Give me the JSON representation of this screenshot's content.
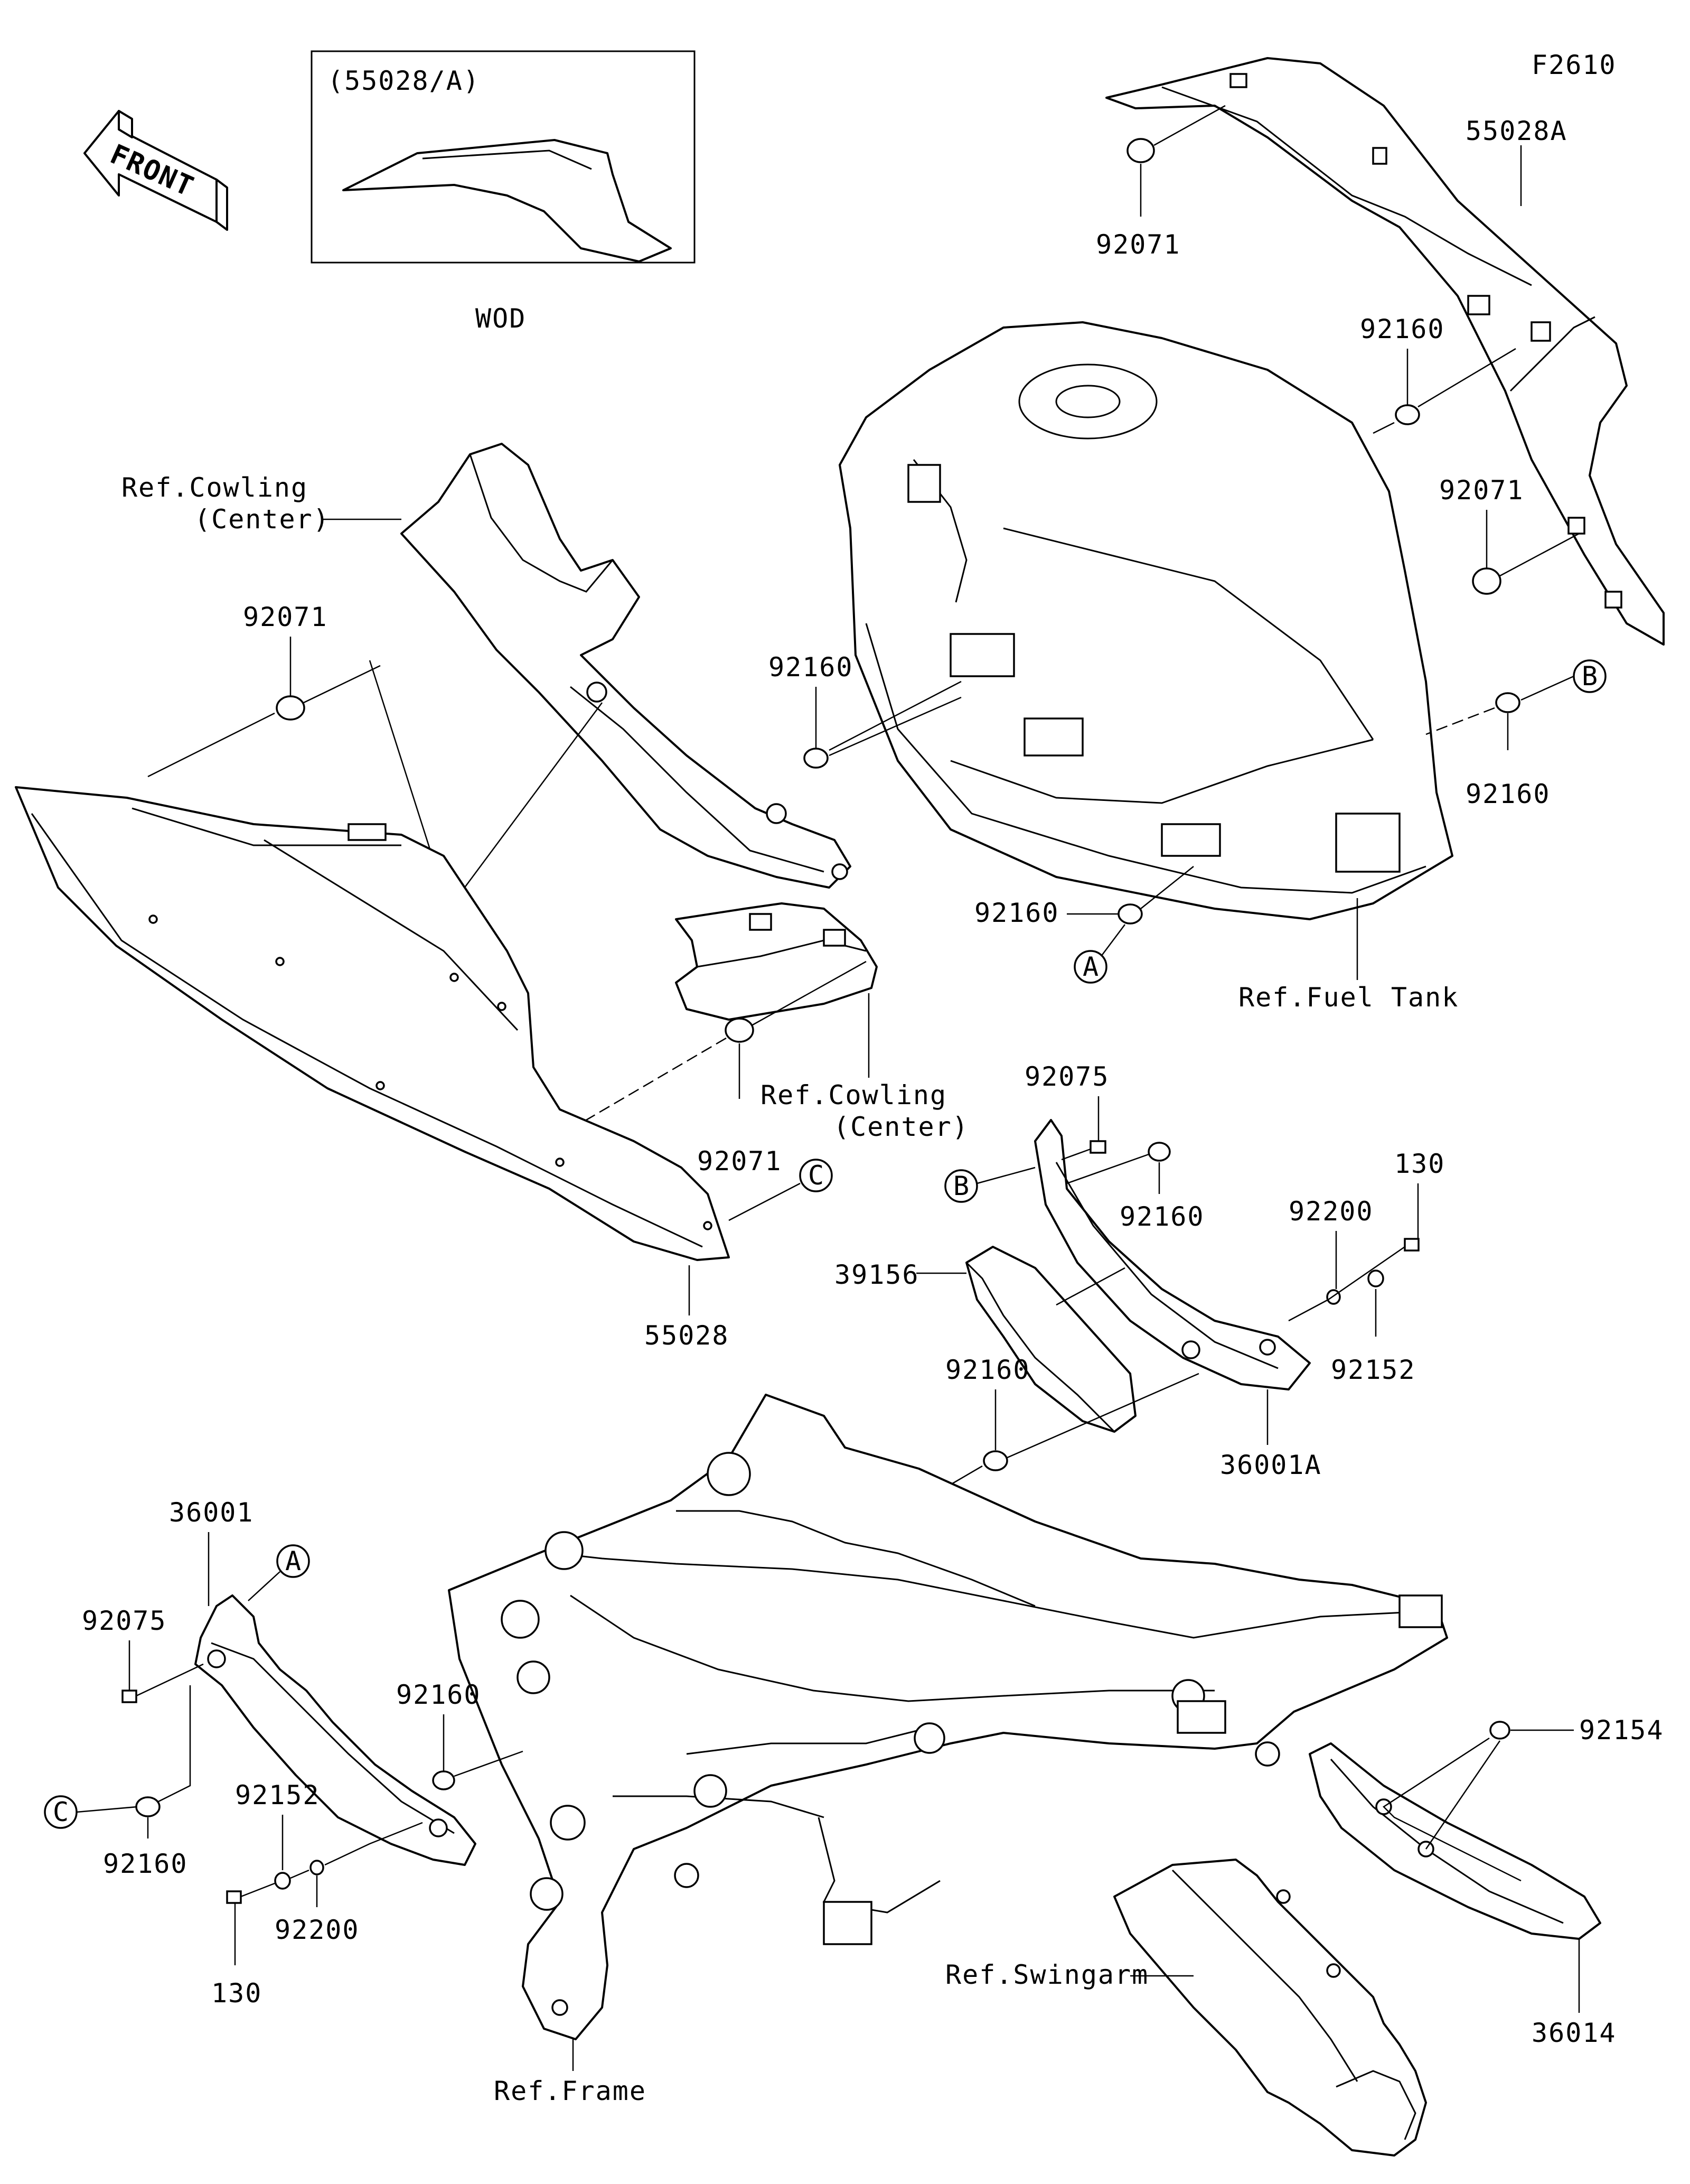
{
  "figure_code": "F2610",
  "front_arrow": {
    "text": "FRONT",
    "icon": "front-arrow-icon"
  },
  "inset": {
    "title": "(55028/A)",
    "caption": "WOD"
  },
  "labels": {
    "l_55028A": "55028A",
    "l_92071_top": "92071",
    "l_92160_tr": "92160",
    "l_92071_right": "92071",
    "l_92160_b": "92160",
    "l_92160_tankleft": "92160",
    "l_92160_tankbottom": "92160",
    "l_ref_fuel_tank": "Ref.Fuel Tank",
    "l_ref_cowling_center_1a": "Ref.Cowling",
    "l_ref_cowling_center_1b": "(Center)",
    "l_92071_left": "92071",
    "l_ref_cowling_center_2a": "Ref.Cowling",
    "l_ref_cowling_center_2b": "(Center)",
    "l_92071_mid": "92071",
    "l_55028": "55028",
    "l_92075_top": "92075",
    "l_92160_bracket": "92160",
    "l_130_top": "130",
    "l_92200_top": "92200",
    "l_92152_top": "92152",
    "l_39156": "39156",
    "l_92160_frame_top": "92160",
    "l_36001A": "36001A",
    "l_36001": "36001",
    "l_92075_left": "92075",
    "l_92160_left": "92160",
    "l_92160_frame_left": "92160",
    "l_92152_bottom": "92152",
    "l_130_bottom": "130",
    "l_92200_bottom": "92200",
    "l_ref_frame": "Ref.Frame",
    "l_ref_swingarm": "Ref.Swingarm",
    "l_92154": "92154",
    "l_36014": "36014"
  },
  "callouts": {
    "A1": "A",
    "A2": "A",
    "B1": "B",
    "B2": "B",
    "C1": "C",
    "C2": "C"
  }
}
